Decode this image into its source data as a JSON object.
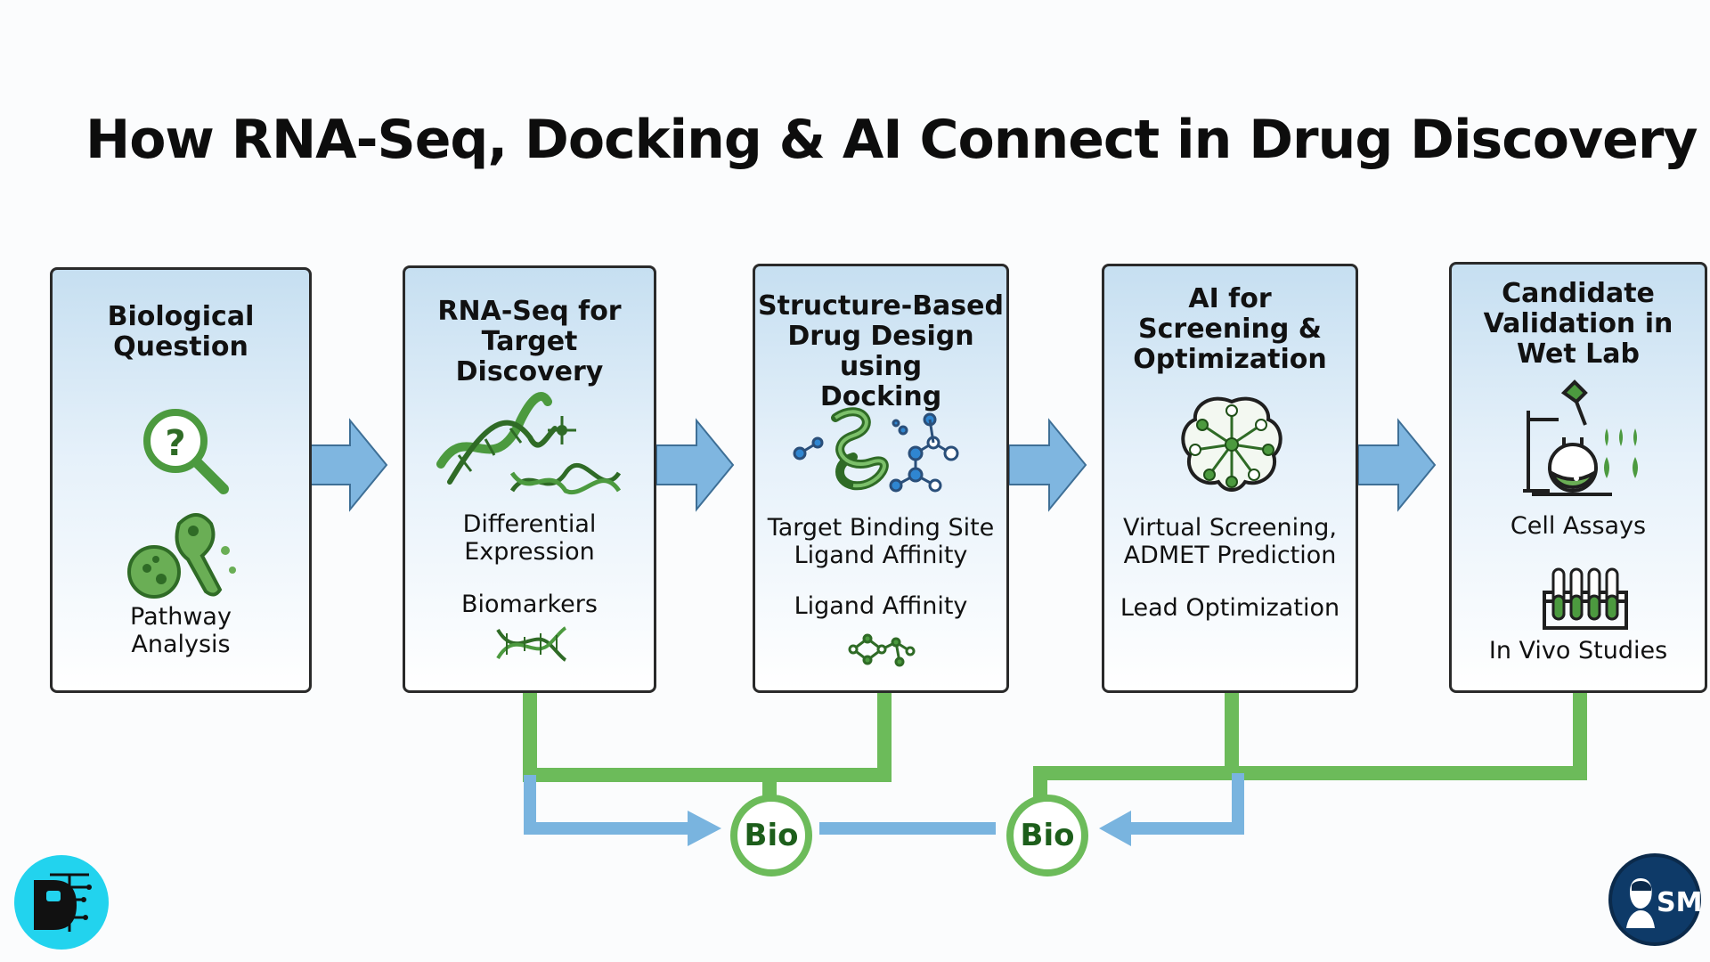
{
  "title": "How RNA-Seq, Docking & AI Connect in Drug Discovery",
  "cards": [
    {
      "title_lines": [
        "Biological",
        "Question"
      ],
      "labels": [
        "Pathway",
        "Analysis"
      ],
      "icons": [
        "magnifier-question-icon",
        "cell-pathogen-icon"
      ]
    },
    {
      "title_lines": [
        "RNA-Seq for",
        "Target Discovery"
      ],
      "labels": [
        "Differential",
        "Expression",
        "Biomarkers"
      ],
      "icons": [
        "dna-helix-icon",
        "dna-strand-icon",
        "small-dna-icon"
      ]
    },
    {
      "title_lines": [
        "Structure-Based",
        "Drug Design using",
        "Docking"
      ],
      "labels": [
        "Target Binding Site",
        "Ligand Affinity",
        "Ligand Affinity"
      ],
      "icons": [
        "protein-ligand-icon",
        "molecule-icon"
      ]
    },
    {
      "title_lines": [
        "AI for",
        "Screening &",
        "Optimization"
      ],
      "labels": [
        "Virtual Screening,",
        "ADMET Prediction",
        "Lead Optimization"
      ],
      "icons": [
        "ai-brain-network-icon"
      ]
    },
    {
      "title_lines": [
        "Candidate",
        "Validation in",
        "Wet Lab"
      ],
      "labels": [
        "Cell Assays",
        "In Vivo Studies"
      ],
      "icons": [
        "lab-flask-pipette-icon",
        "test-tube-rack-icon"
      ]
    }
  ],
  "bio_nodes": [
    "Bio",
    "Bio"
  ],
  "logos": {
    "left": "dt-logo",
    "right_text": "SM"
  },
  "colors": {
    "arrow_blue": "#7fb6e0",
    "connector_green": "#6cbb5a",
    "connector_blue": "#79b4df",
    "icon_green": "#4c9a3f",
    "card_top": "#c6dff1"
  }
}
